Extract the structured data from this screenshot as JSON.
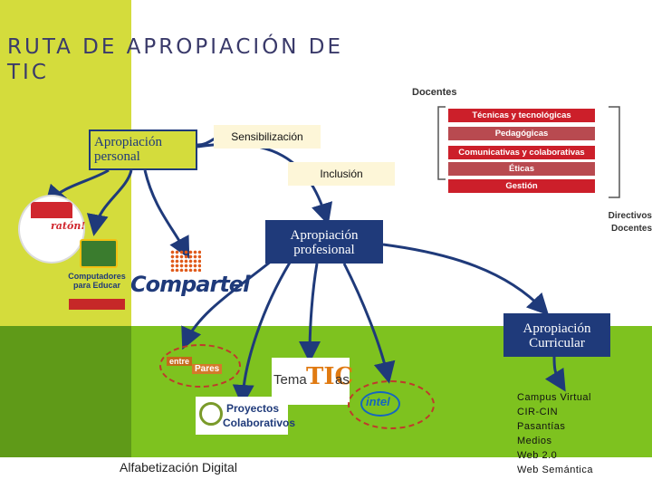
{
  "title": {
    "line1": "RUTA DE APROPIACIÓN DE",
    "line2": "TIC"
  },
  "nodes": {
    "personal": "Apropiación personal",
    "sensibilizacion": "Sensibilización",
    "inclusion": "Inclusión",
    "profesional": "Apropiación profesional",
    "curricular": "Apropiación Curricular"
  },
  "competencias": {
    "header": "Docentes",
    "items": [
      "Técnicas y tecnológicas",
      "Pedagógicas",
      "Comunicativas y colaborativas",
      "Éticas",
      "Gestión"
    ],
    "side_labels": [
      "Directivos",
      "Docentes"
    ]
  },
  "logos": {
    "raton": "ratón!",
    "computadores": "Computadores para Educar",
    "compartel": "Compartel",
    "entrepares_1": "entre",
    "entrepares_2": "Pares",
    "tema": "Tema",
    "tic": "TIC",
    "as": "as",
    "proyectos_1": "Proyectos",
    "proyectos_2": "Colaborativos",
    "intel": "intel"
  },
  "curricular_items": [
    "Campus Virtual",
    "CIR-CIN",
    "Pasantías",
    "Medios",
    "Web 2.0",
    "Web Semántica"
  ],
  "footer_label": "Alfabetización Digital",
  "colors": {
    "lime": "#d4dc3c",
    "green": "#7ec21f",
    "navy": "#1f3a7a",
    "red": "#cc1f2a",
    "arrow": "#1f3a7a"
  }
}
